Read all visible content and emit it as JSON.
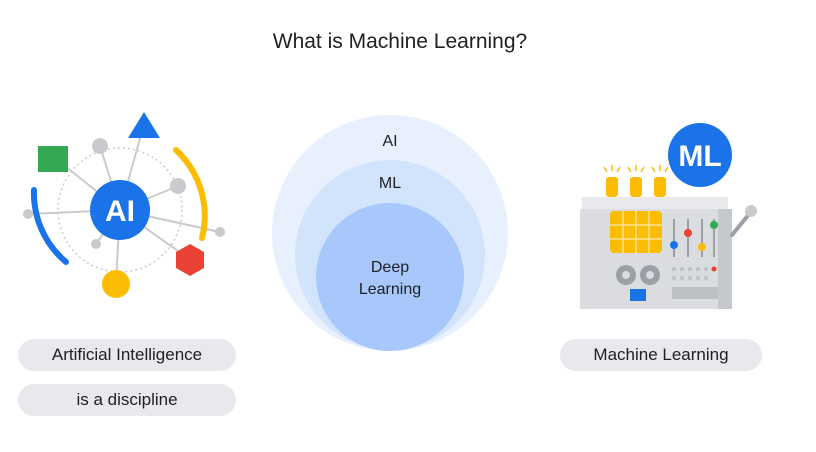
{
  "title": "What is Machine Learning?",
  "ai_illustration": {
    "badge": "AI",
    "caption_line1": "Artificial Intelligence",
    "caption_line2": "is a discipline"
  },
  "venn": {
    "outer": "AI",
    "middle": "ML",
    "inner_line1": "Deep",
    "inner_line2": "Learning"
  },
  "ml_illustration": {
    "badge": "ML",
    "caption": "Machine Learning"
  },
  "colors": {
    "blue": "#1a73e8",
    "yellow": "#fbbc04",
    "green": "#34a853",
    "red": "#ea4335",
    "outer_circle": "#e8f0fe",
    "middle_circle": "#d2e3fc",
    "inner_circle": "#a8c7fa"
  }
}
